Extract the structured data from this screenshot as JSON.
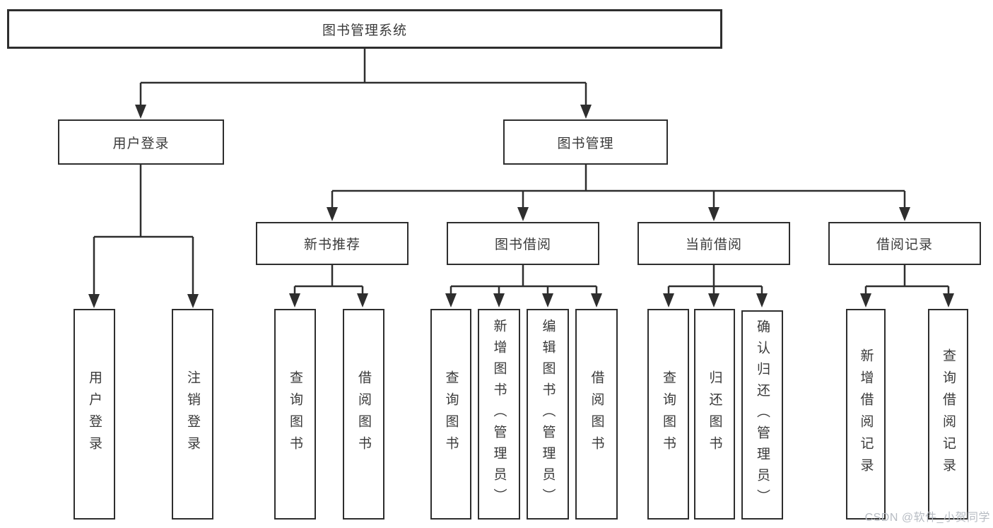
{
  "diagram_title": "图书管理系统",
  "tree": {
    "label": "图书管理系统",
    "children": [
      {
        "label": "用户登录",
        "children": [
          {
            "label": "用户登录"
          },
          {
            "label": "注销登录"
          }
        ]
      },
      {
        "label": "图书管理",
        "children": [
          {
            "label": "新书推荐",
            "children": [
              {
                "label": "查询图书"
              },
              {
                "label": "借阅图书"
              }
            ]
          },
          {
            "label": "图书借阅",
            "children": [
              {
                "label": "查询图书"
              },
              {
                "label": "新增图书（管理员）"
              },
              {
                "label": "编辑图书（管理员）"
              },
              {
                "label": "借阅图书"
              }
            ]
          },
          {
            "label": "当前借阅",
            "children": [
              {
                "label": "查询图书"
              },
              {
                "label": "归还图书"
              },
              {
                "label": "确认归还（管理员）"
              }
            ]
          },
          {
            "label": "借阅记录",
            "children": [
              {
                "label": "新增借阅记录"
              },
              {
                "label": "查询借阅记录"
              }
            ]
          }
        ]
      }
    ]
  },
  "watermark": "CSDN @软件_小贺同学",
  "colors": {
    "line": "#2e2e2e",
    "text": "#3a3a3a",
    "watermark": "#b7bcc3",
    "background": "#ffffff"
  }
}
